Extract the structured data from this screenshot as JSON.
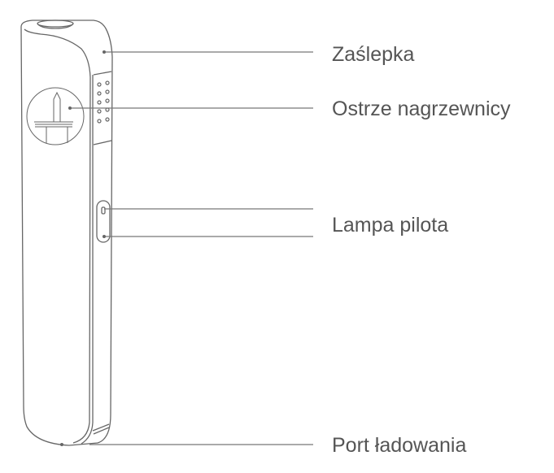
{
  "labels": {
    "cap": "Zaślepka",
    "heater_blade": "Ostrze nagrzewnicy",
    "pilot_lamp": "Lampa pilota",
    "charging_port": "Port ładowania"
  },
  "colors": {
    "line": "#777777",
    "text": "#555555"
  }
}
